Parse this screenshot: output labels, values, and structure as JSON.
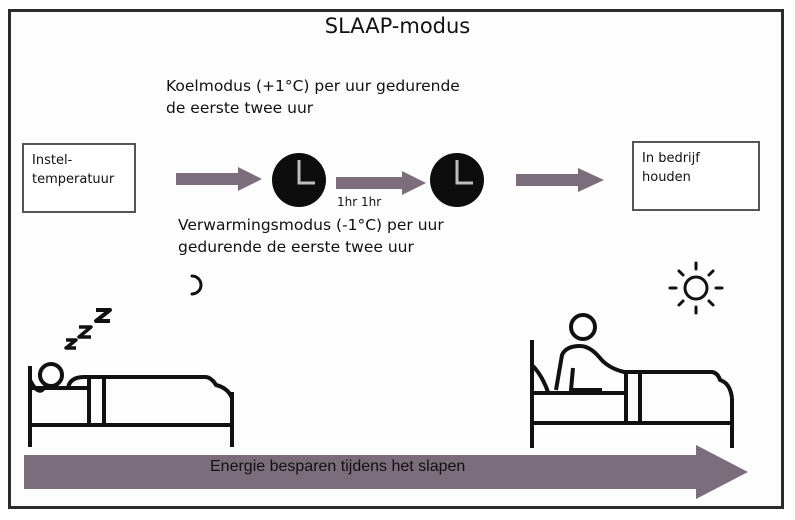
{
  "diagram": {
    "title": "SLAAP-modus",
    "cooling_note": {
      "line1": "Koelmodus (+1°C) per uur gedurende",
      "line2": "de eerste twee uur"
    },
    "heating_note": {
      "line1": "Verwarmingsmodus (-1°C) per uur",
      "line2": "gedurende de eerste twee uur"
    },
    "start_box": {
      "line1": "Instel-",
      "line2": "temperatuur"
    },
    "end_box": {
      "line1": "In bedrijf",
      "line2": "houden"
    },
    "interval_label": "1hr 1hr",
    "bottom_arrow_label": "Energie besparen tijdens het slapen",
    "icons": [
      "clock-icon",
      "clock-icon",
      "moon-icon",
      "sun-icon",
      "sleeping-person-icon",
      "awake-person-icon"
    ],
    "colors": {
      "arrow": "#7b6d7b",
      "clock": "#0d0d0d",
      "frame": "#2a2a2a"
    }
  }
}
